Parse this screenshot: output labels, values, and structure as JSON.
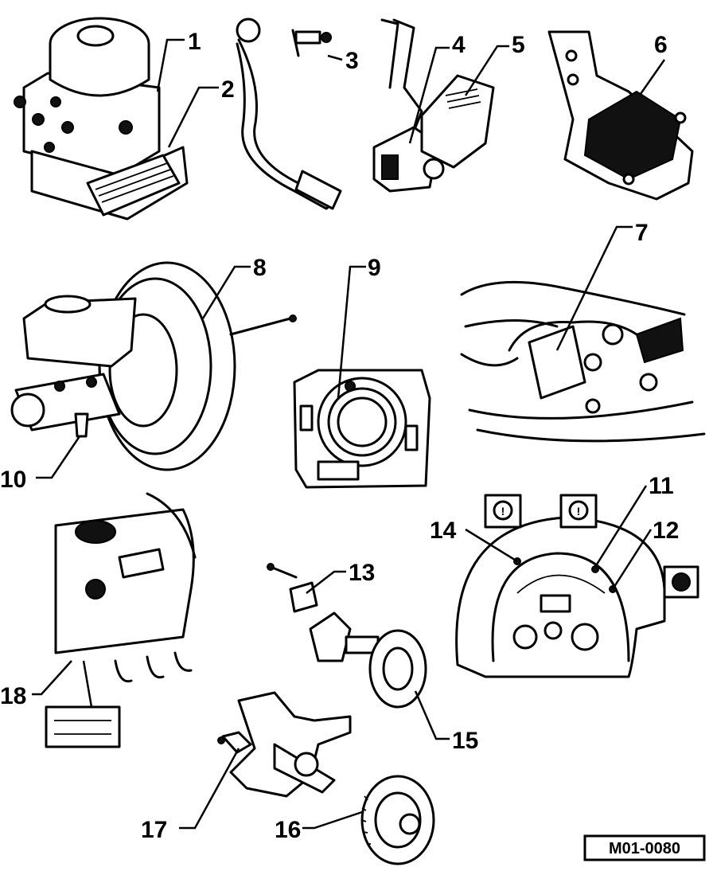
{
  "diagram": {
    "callouts": [
      "1",
      "2",
      "3",
      "4",
      "5",
      "6",
      "7",
      "8",
      "9",
      "10",
      "11",
      "12",
      "13",
      "14",
      "15",
      "16",
      "17",
      "18"
    ],
    "reference_code": "M01-0080"
  }
}
